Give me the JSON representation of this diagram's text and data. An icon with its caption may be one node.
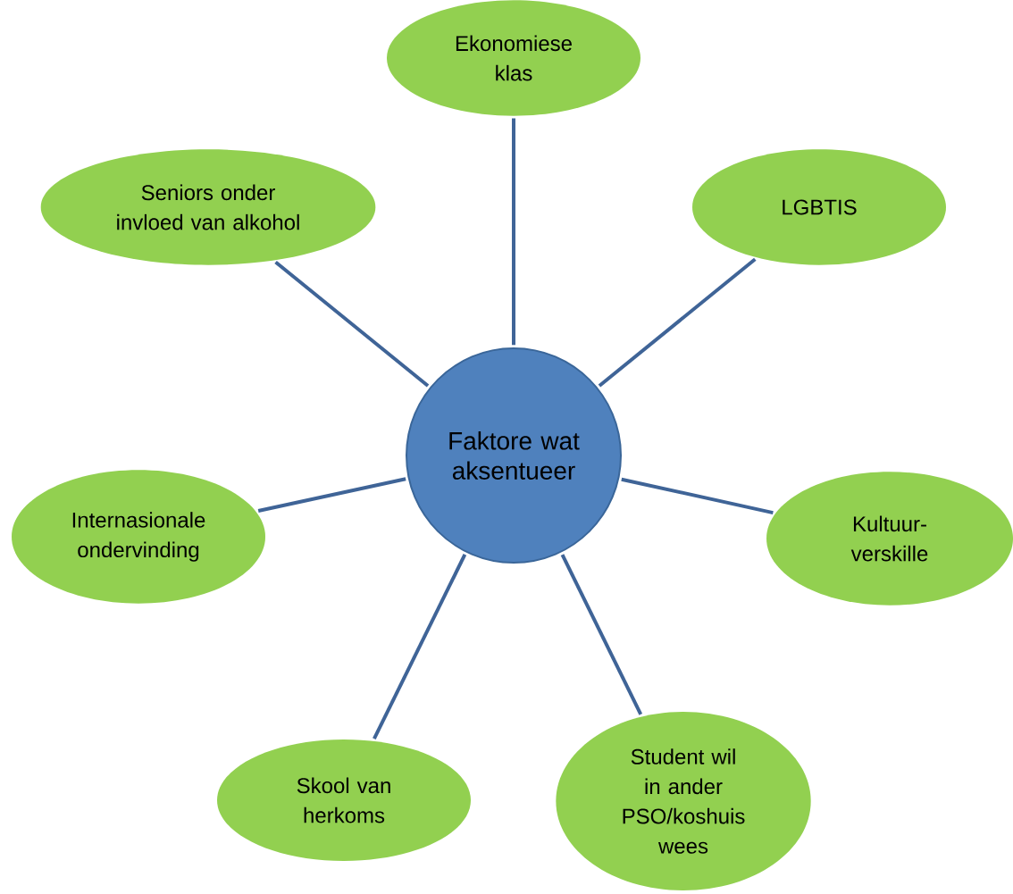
{
  "diagram": {
    "nodes": [
      {
        "text": [
          "Faktore wat aksentueer"
        ]
      },
      {
        "text": [
          "Ekonomiese klas"
        ]
      },
      {
        "text": [
          "Seniors onder invloed van alkohol"
        ]
      },
      {
        "text": [
          "LGBTIS"
        ]
      },
      {
        "text": [
          "Internasionale ondervinding"
        ]
      },
      {
        "text": [
          "Kultuur-verskille"
        ]
      },
      {
        "text": [
          "Skool van herkoms"
        ]
      },
      {
        "text": [
          "Student wil in ander PSO/koshuis wees"
        ]
      }
    ],
    "edges": [
      {
        "from": 0,
        "to": 1,
        "arrow": "none"
      },
      {
        "from": 0,
        "to": 2,
        "arrow": "none"
      },
      {
        "from": 0,
        "to": 3,
        "arrow": "none"
      },
      {
        "from": 0,
        "to": 4,
        "arrow": "none"
      },
      {
        "from": 0,
        "to": 5,
        "arrow": "none"
      },
      {
        "from": 0,
        "to": 6,
        "arrow": "none"
      },
      {
        "from": 0,
        "to": 7,
        "arrow": "none"
      }
    ]
  }
}
